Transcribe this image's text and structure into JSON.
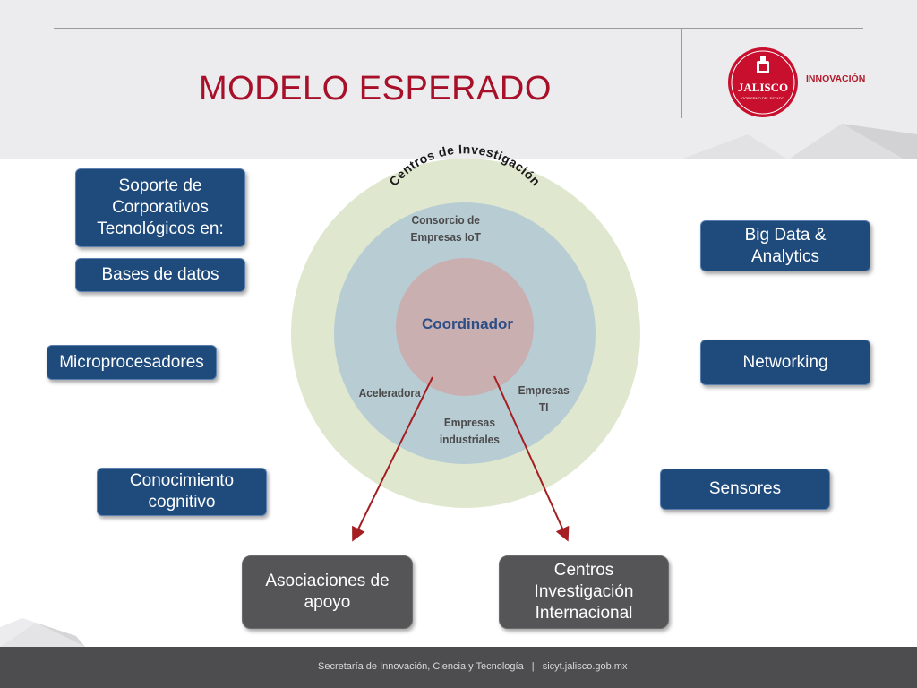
{
  "header": {
    "title": "MODELO ESPERADO",
    "logo_text": "JALISCO",
    "logo_subtext": "GOBIERNO DEL ESTADO",
    "logo_side_label": "INNOVACIÓN"
  },
  "footer": {
    "secretaria": "Secretaría de Innovación, Ciencia y Tecnología",
    "separator": "|",
    "url": "sicyt.jalisco.gob.mx"
  },
  "left_boxes": {
    "soporte": "Soporte de Corporativos Tecnológicos en:",
    "bases_datos": "Bases de datos",
    "microprocesadores": "Microprocesadores",
    "conocimiento": "Conocimiento cognitivo"
  },
  "right_boxes": {
    "big_data": "Big Data & Analytics",
    "networking": "Networking",
    "sensores": "Sensores"
  },
  "bottom_boxes": {
    "asociaciones": "Asociaciones de apoyo",
    "centros_int": "Centros Investigación Internacional"
  },
  "circles": {
    "outer_label": "Centros de Investigación",
    "middle": {
      "consorcio_line1": "Consorcio de",
      "consorcio_line2": "Empresas IoT",
      "aceleradora": "Aceleradora",
      "empresas_ti_line1": "Empresas",
      "empresas_ti_line2": "TI",
      "industriales_line1": "Empresas",
      "industriales_line2": "industriales"
    },
    "inner_label": "Coordinador"
  },
  "colors": {
    "title_red": "#a8102a",
    "box_blue": "#1e4a7c",
    "box_grey": "#555557",
    "outer_circle": "#dfe8cf",
    "middle_circle": "#b8ccd4",
    "inner_circle": "#c9afb0",
    "arrow": "#a41e22"
  }
}
